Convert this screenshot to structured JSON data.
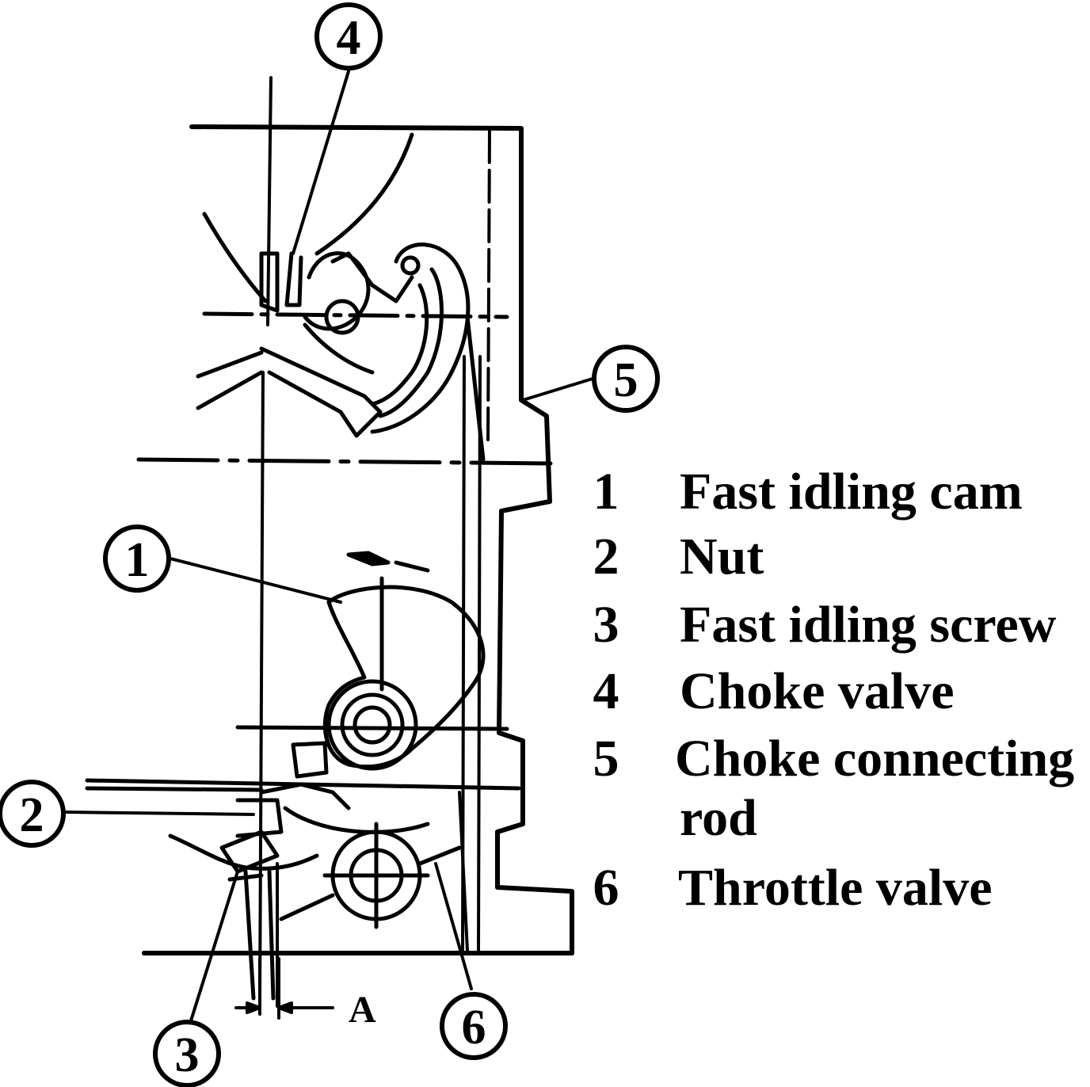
{
  "callouts": [
    "1",
    "2",
    "3",
    "4",
    "5",
    "6"
  ],
  "dimension_label": "A",
  "legend": [
    {
      "num": "1",
      "label": "Fast idling cam"
    },
    {
      "num": "2",
      "label": "Nut"
    },
    {
      "num": "3",
      "label": "Fast idling screw"
    },
    {
      "num": "4",
      "label": "Choke valve"
    },
    {
      "num": "5",
      "label": "Choke connecting"
    },
    {
      "num": "",
      "label": "rod"
    },
    {
      "num": "6",
      "label": "Throttle valve"
    }
  ],
  "colors": {
    "ink": "#000000",
    "paper": "#ffffff"
  }
}
